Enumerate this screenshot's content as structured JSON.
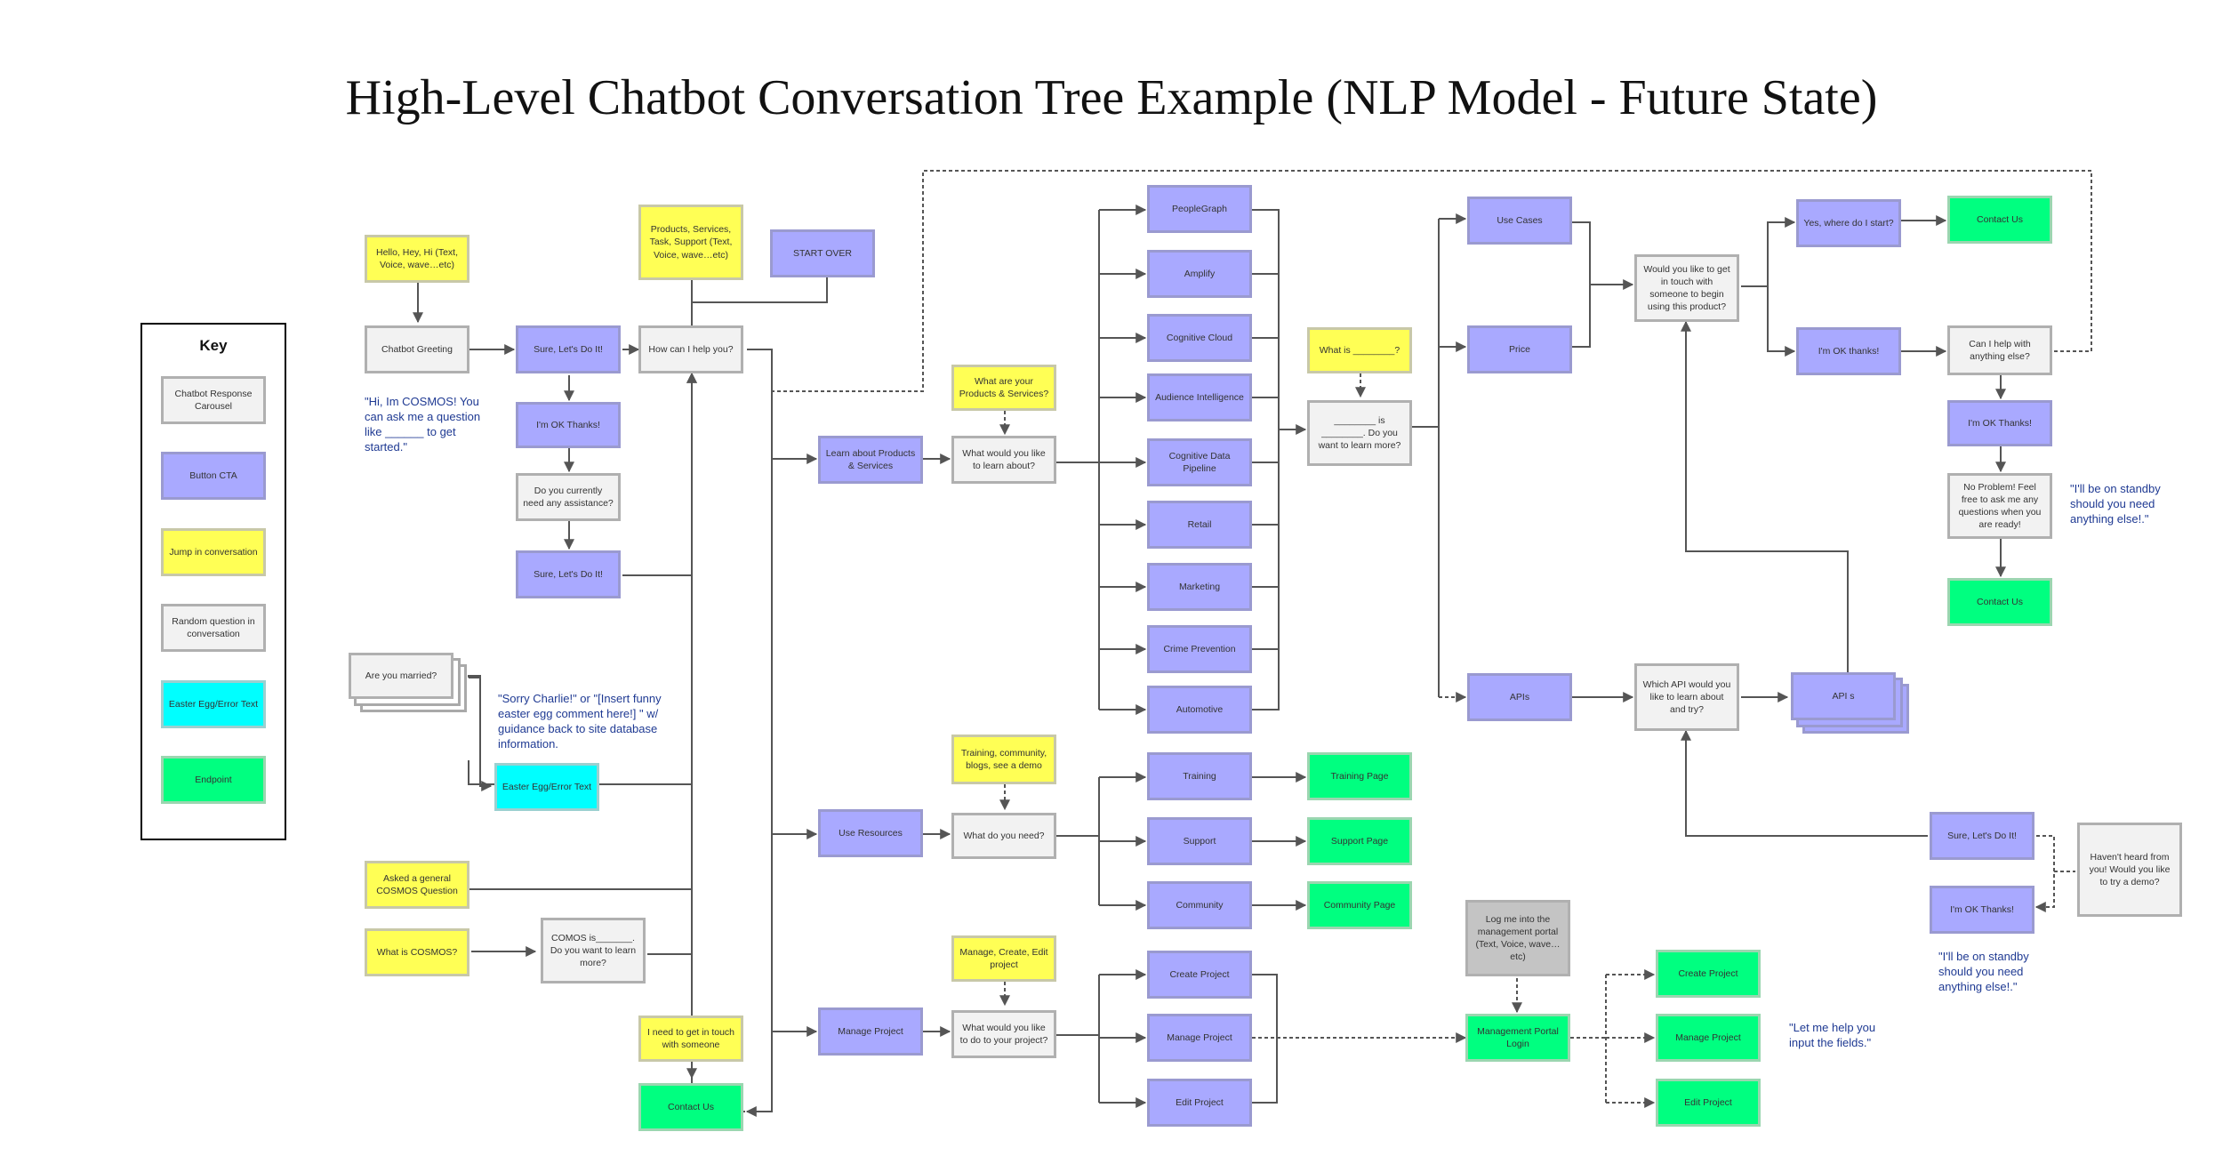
{
  "title": "High-Level Chatbot Conversation Tree Example (NLP Model - Future State)",
  "key": {
    "title": "Key",
    "items": [
      {
        "label": "Chatbot Response Carousel",
        "color": "#f2f2f2"
      },
      {
        "label": "Button CTA",
        "color": "#a9a9ff"
      },
      {
        "label": "Jump in conversation",
        "color": "#ffff55"
      },
      {
        "label": "Random question in conversation",
        "color": "#f2f2f2"
      },
      {
        "label": "Easter Egg/Error Text",
        "color": "#00ffff"
      },
      {
        "label": "Endpoint",
        "color": "#00ff80"
      }
    ]
  },
  "colors": {
    "yellow": "#ffff55",
    "blue": "#a9a9ff",
    "white": "#f2f2f2",
    "cyan": "#00ffff",
    "green": "#00ff80",
    "gray": "#c4c4c4",
    "note": "#1f3a93"
  },
  "nodes": {
    "hello": "Hello, Hey, Hi (Text, Voice, wave…etc)",
    "greeting": "Chatbot Greeting",
    "sure1": "Sure, Let's Do It!",
    "okthanks1": "I'm OK Thanks!",
    "need_assist": "Do you currently need any assistance?",
    "sure2": "Sure, Let's Do It!",
    "products_jump": "Products, Services, Task, Support (Text, Voice, wave…etc)",
    "start_over": "START OVER",
    "how_help": "How can I help you?",
    "married": "Are you married?",
    "easter": "Easter Egg/Error Text",
    "asked_general": "Asked a general COSMOS Question",
    "what_cosmos": "What is COSMOS?",
    "cosmos_is": "COMOS is_______. Do you want to learn more?",
    "need_touch": "I need to get in touch with someone",
    "contact_left": "Contact Us",
    "what_products": "What are your Products & Services?",
    "learn_products": "Learn about Products & Services",
    "what_learn": "What would you like to learn about?",
    "training_jump": "Training, community, blogs, see a demo",
    "use_resources": "Use Resources",
    "what_need": "What do you need?",
    "manage_jump": "Manage, Create, Edit project",
    "manage_project": "Manage Project",
    "what_do": "What would you like to do to your project?",
    "p_peoplegraph": "PeopleGraph",
    "p_amplify": "Amplify",
    "p_cognitive_cloud": "Cognitive Cloud",
    "p_audience": "Audience Intelligence",
    "p_cdp": "Cognitive Data Pipeline",
    "p_retail": "Retail",
    "p_marketing": "Marketing",
    "p_crime": "Crime Prevention",
    "p_automotive": "Automotive",
    "r_training": "Training",
    "r_support": "Support",
    "r_community": "Community",
    "training_page": "Training Page",
    "support_page": "Support Page",
    "community_page": "Community Page",
    "create_project": "Create Project",
    "manage_project2": "Manage Project",
    "edit_project": "Edit Project",
    "what_is": "What is ________?",
    "is_learn": "________ is ________. Do you want to learn more?",
    "use_cases": "Use Cases",
    "price": "Price",
    "apis": "APIs",
    "get_in_touch": "Would you like to get in touch with someone to begin using this product?",
    "which_api": "Which API would you like to learn about and try?",
    "api_s": "API s",
    "yes_start": "Yes, where do I start?",
    "okthanks2": "I'm OK thanks!",
    "contact_top": "Contact Us",
    "help_else": "Can I help with anything else?",
    "okthanks3": "I'm OK Thanks!",
    "no_problem": "No Problem! Feel free to ask me any questions when you are ready!",
    "contact_mid": "Contact Us",
    "sure3": "Sure, Let's Do It!",
    "okthanks4": "I'm OK Thanks!",
    "havent_heard": "Haven't heard from you! Would you like to try a demo?",
    "login_jump": "Log me into the management portal (Text, Voice, wave…etc)",
    "portal_login": "Management Portal Login",
    "e_create": "Create Project",
    "e_manage": "Manage Project",
    "e_edit": "Edit Project"
  },
  "notes": {
    "cosmos_intro": "\"Hi, Im COSMOS! You can ask me a question like ______ to get started.\"",
    "sorry_charlie": "\"Sorry Charlie!\" or \"[Insert funny easter egg comment here!] \" w/ guidance back to site database information.",
    "standby1": "\"I'll be on standby should you need anything else!.\"",
    "standby2": "\"I'll be on standby should you need anything else!.\"",
    "help_fields": "\"Let me help you input the fields.\""
  }
}
